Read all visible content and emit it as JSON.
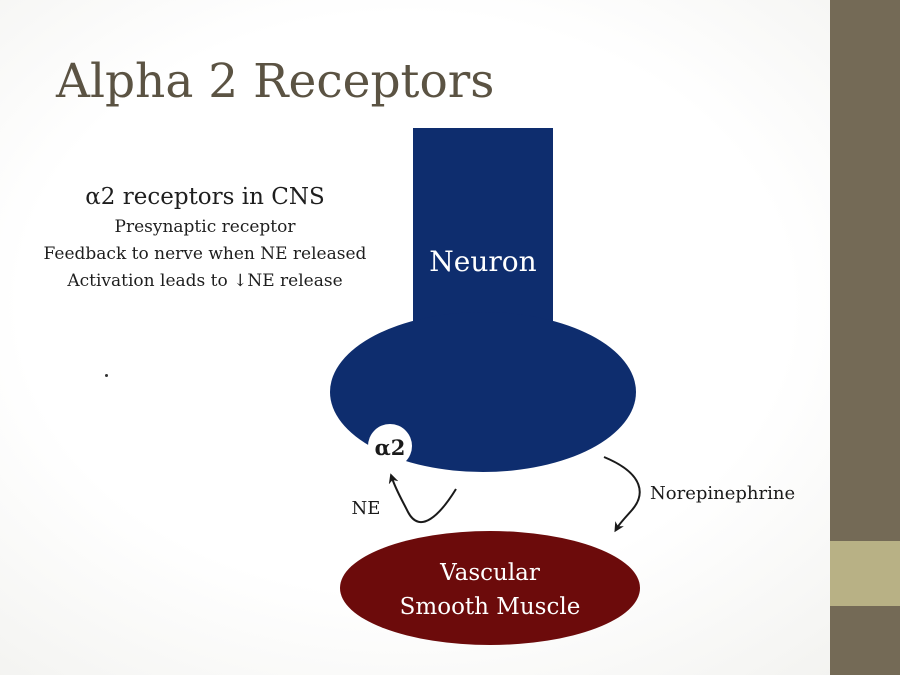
{
  "slide": {
    "title": "Alpha 2 Receptors",
    "bullets": {
      "heading": "α2 receptors in CNS",
      "lines": [
        "Presynaptic receptor",
        "Feedback to nerve when NE released",
        "Activation leads to ↓NE release"
      ]
    }
  },
  "diagram": {
    "neuron_label": "Neuron",
    "receptor_label": "α2",
    "ne_label": "NE",
    "norepinephrine_label": "Norepinephrine",
    "muscle_label_line1": "Vascular",
    "muscle_label_line2": "Smooth Muscle"
  },
  "colors": {
    "neuron": "#0e2d6e",
    "muscle": "#6c0b0b",
    "title": "#5b5343",
    "sidebar": "#746a56",
    "sidebar_accent": "#b8b185"
  }
}
